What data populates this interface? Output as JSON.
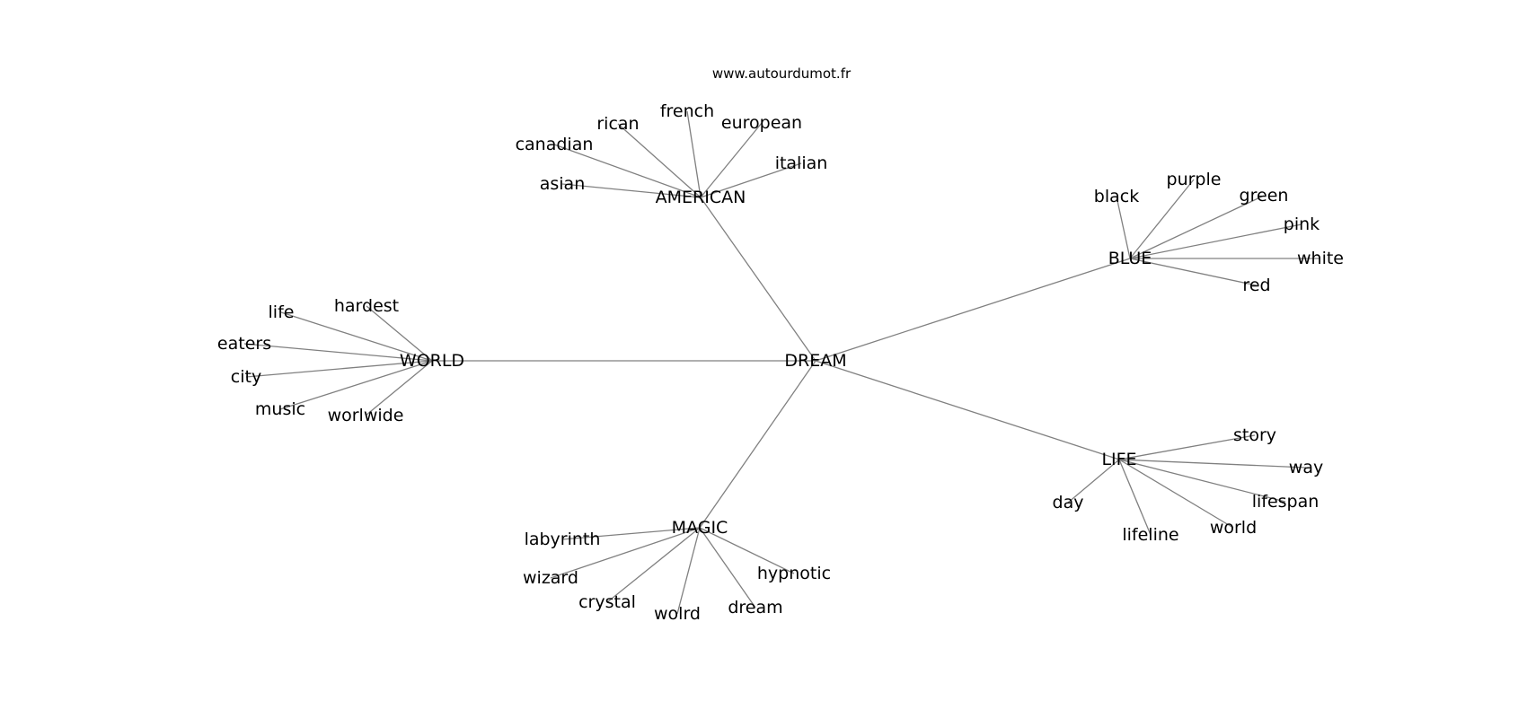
{
  "watermark": "www.autourdumot.fr",
  "center": "DREAM",
  "branches": [
    {
      "label": "AMERICAN",
      "children": [
        "asian",
        "canadian",
        "rican",
        "french",
        "european",
        "italian"
      ]
    },
    {
      "label": "BLUE",
      "children": [
        "black",
        "purple",
        "green",
        "pink",
        "white",
        "red"
      ]
    },
    {
      "label": "WORLD",
      "children": [
        "life",
        "hardest",
        "eaters",
        "city",
        "music",
        "worlwide"
      ]
    },
    {
      "label": "LIFE",
      "children": [
        "story",
        "way",
        "lifespan",
        "world",
        "lifeline",
        "day"
      ]
    },
    {
      "label": "MAGIC",
      "children": [
        "labyrinth",
        "wizard",
        "crystal",
        "wolrd",
        "dream",
        "hypnotic"
      ]
    }
  ]
}
